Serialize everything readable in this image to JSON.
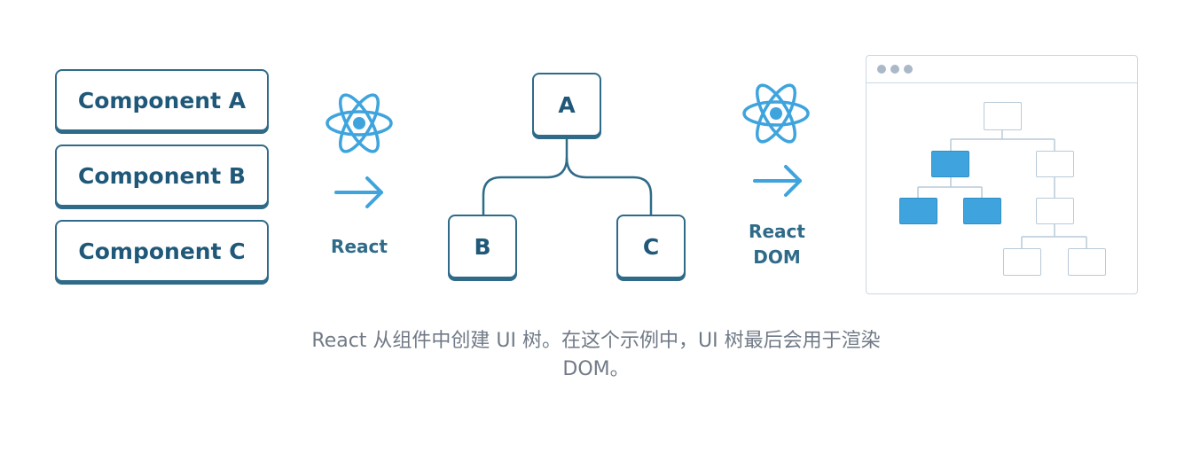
{
  "components": [
    "Component A",
    "Component B",
    "Component C"
  ],
  "react_label": "React",
  "react_dom_label": [
    "React",
    "DOM"
  ],
  "tree": {
    "root": "A",
    "left": "B",
    "right": "C"
  },
  "caption": [
    "React 从组件中创建 UI 树。在这个示例中，UI 树最后会用于渲染",
    "DOM。"
  ],
  "colors": {
    "outline": "#2f6b89",
    "react_logo": "#3fa4dd",
    "dom_filled_node": "#3fa4dd",
    "caption_text": "#707a86"
  },
  "icons": [
    "react-logo-icon",
    "arrow-right-icon",
    "browser-window-icon"
  ]
}
